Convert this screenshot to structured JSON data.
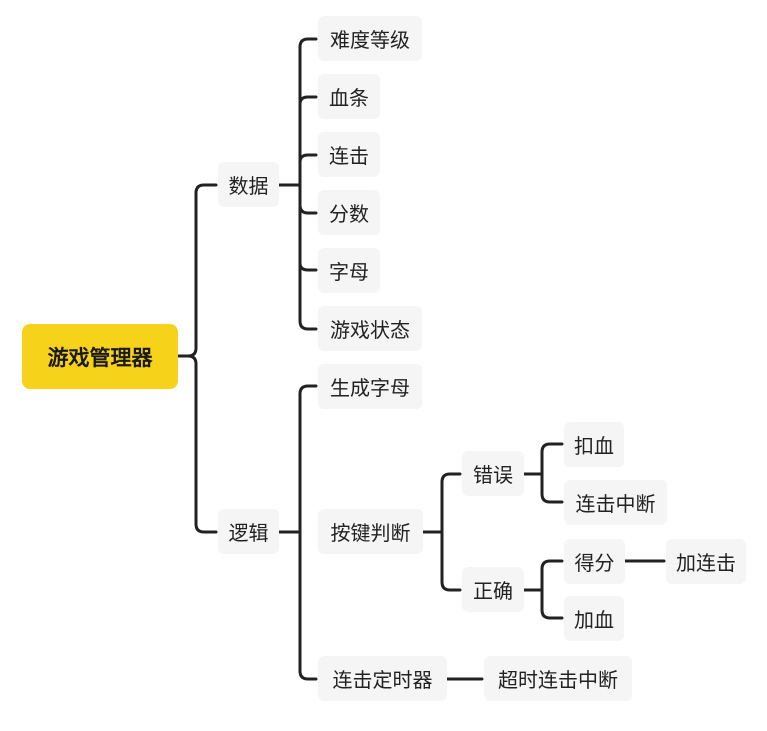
{
  "mindmap": {
    "root": "游戏管理器",
    "data": {
      "label": "数据",
      "items": [
        "难度等级",
        "血条",
        "连击",
        "分数",
        "字母",
        "游戏状态"
      ]
    },
    "logic": {
      "label": "逻辑",
      "generate": "生成字母",
      "keypress": {
        "label": "按键判断",
        "wrong": {
          "label": "错误",
          "items": [
            "扣血",
            "连击中断"
          ]
        },
        "correct": {
          "label": "正确",
          "score": "得分",
          "score_child": "加连击",
          "heal": "加血"
        }
      },
      "combo_timer": {
        "label": "连击定时器",
        "child": "超时连击中断"
      }
    }
  },
  "colors": {
    "root_fill": "#f7d21a",
    "node_fill": "#f5f5f5",
    "line": "#222222",
    "text": "#222222"
  }
}
